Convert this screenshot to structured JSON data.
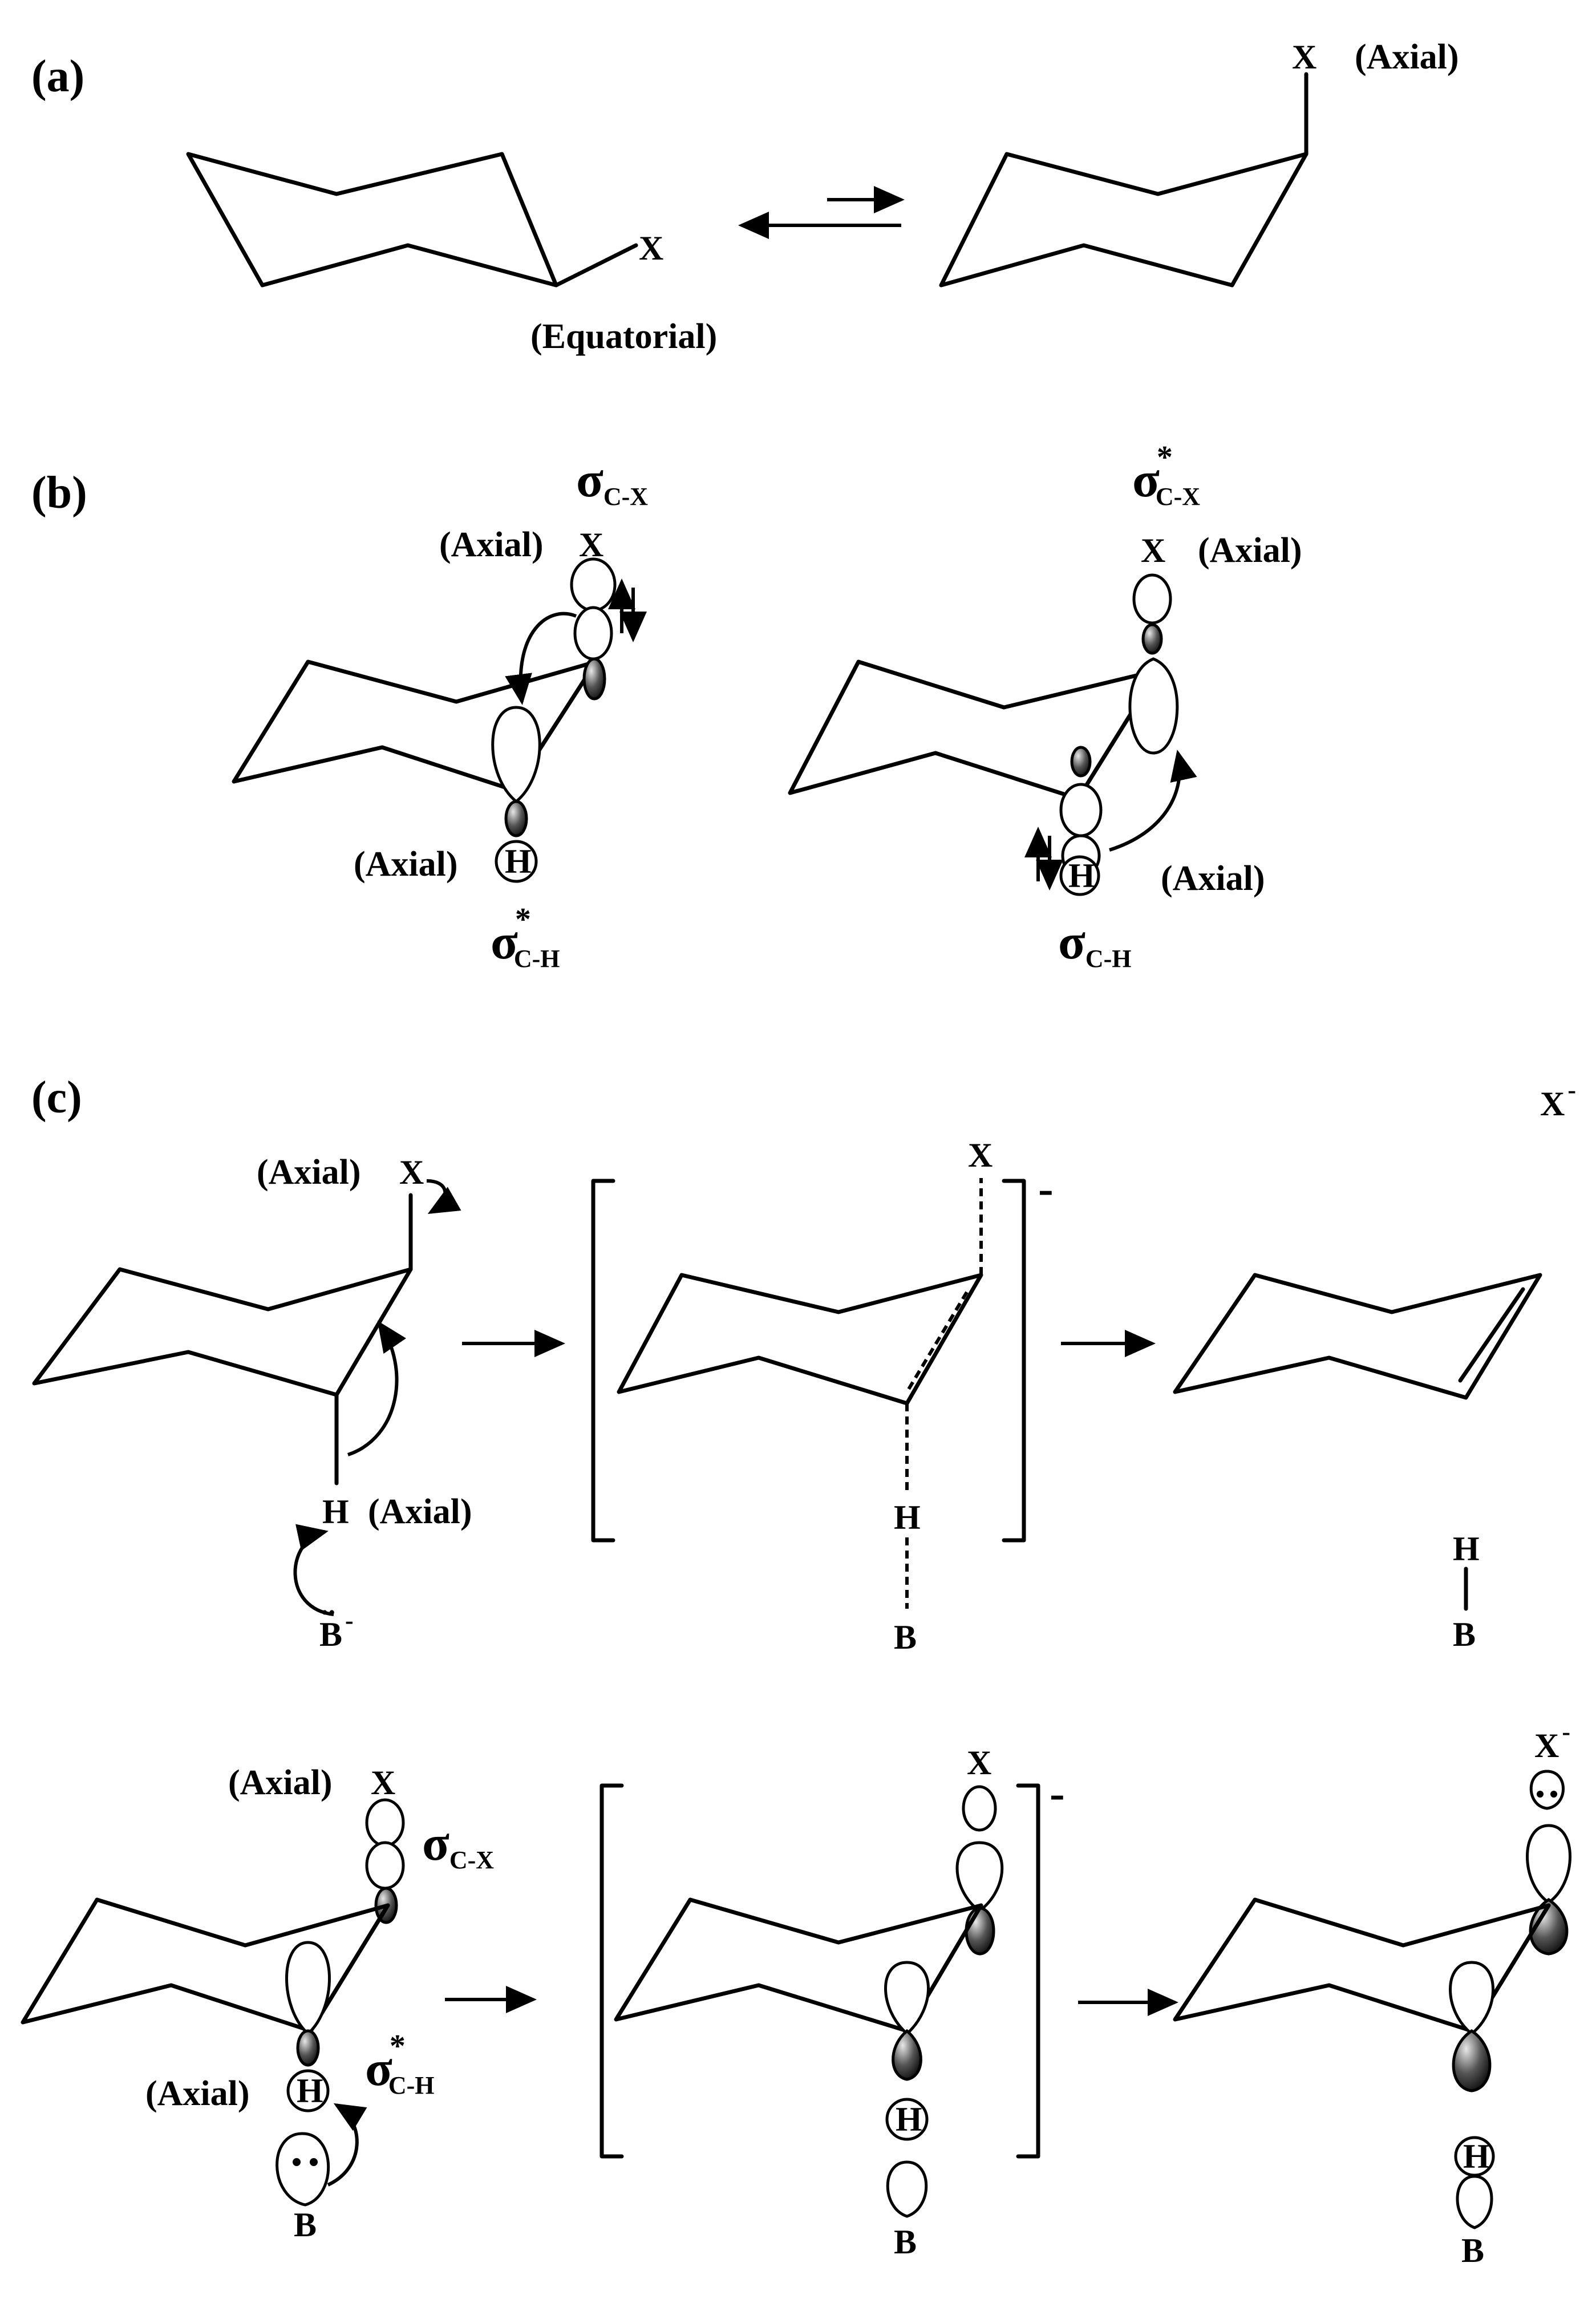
{
  "panels": {
    "a": "(a)",
    "b": "(b)",
    "c": "(c)"
  },
  "labels": {
    "axial": "(Axial)",
    "equatorial": "(Equatorial)"
  },
  "atoms": {
    "x": "X",
    "h": "H",
    "b": "B",
    "x_minus": "X",
    "x_minus_charge": "-",
    "b_minus": "B",
    "b_minus_charge": "-",
    "lone_pair_b": "..",
    "bracket_charge": "-"
  },
  "orbitals": {
    "sigma": "σ",
    "cx": "C-X",
    "ch": "C-H",
    "star": "*"
  }
}
